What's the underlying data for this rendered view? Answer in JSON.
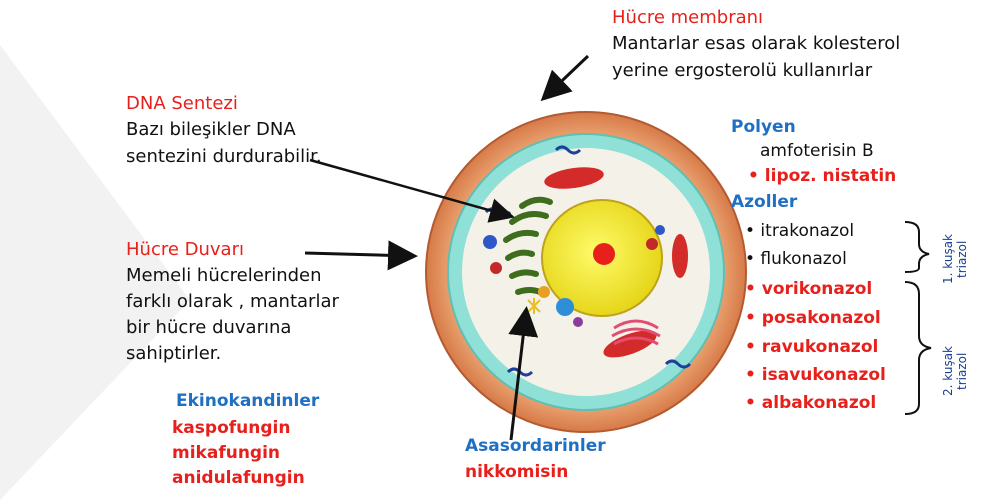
{
  "membrane": {
    "title": "Hücre membranı",
    "line1": "Mantarlar esas  olarak kolesterol",
    "line2": "yerine ergosterolü kullanırlar"
  },
  "dna": {
    "title": "DNA Sentezi",
    "line1": "Bazı bileşikler DNA",
    "line2": "sentezini durdurabilir."
  },
  "wall": {
    "title": "Hücre Duvarı",
    "line1": "Memeli hücrelerinden",
    "line2": "farklı olarak , mantarlar",
    "line3": "bir hücre duvarına",
    "line4": "sahiptirler."
  },
  "echinocandins": {
    "title": "Ekinokandinler",
    "items": [
      "kaspofungin",
      "mikafungin",
      "anidulafungin"
    ]
  },
  "asasordarin": {
    "title": "Asasordarinler",
    "item": "nikkomisin"
  },
  "polyen": {
    "title": "Polyen",
    "item1": "amfoterisin B",
    "item2": "• lipoz. nistatin"
  },
  "azoller": {
    "title": "Azoller",
    "first_gen": [
      "• itrakonazol",
      "• flukonazol"
    ],
    "second_gen": [
      "• vorikonazol",
      "• posakonazol",
      "• ravukonazol",
      "• isavukonazol",
      "• albakonazol"
    ],
    "first_label_a": "1. kuşak",
    "first_label_b": "triazol",
    "second_label_a": "2. kuşak",
    "second_label_b": "triazol"
  },
  "colors": {
    "red": "#e8201c",
    "blue": "#1f6fc5",
    "black": "#111111",
    "outer": "#e8a070",
    "teal": "#7dd6cf",
    "nucleus": "#f3ee2a"
  }
}
